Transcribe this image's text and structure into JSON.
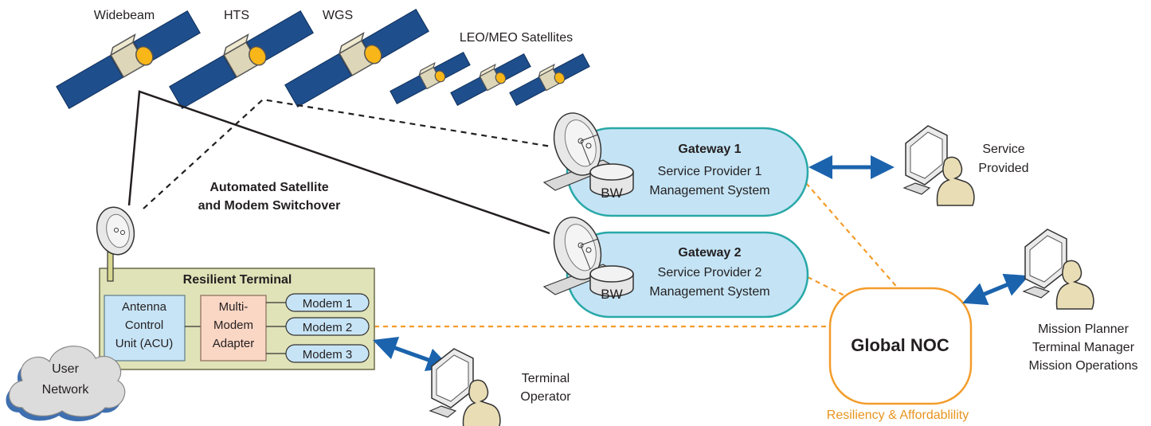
{
  "satellites": {
    "widebeam": "Widebeam",
    "hts": "HTS",
    "wgs": "WGS",
    "leo_meo": "LEO/MEO Satellites"
  },
  "switchover": {
    "line1": "Automated Satellite",
    "line2": "and Modem Switchover"
  },
  "gateway1": {
    "title": "Gateway 1",
    "line1": "Service Provider 1",
    "line2": "Management System",
    "bw": "BW"
  },
  "gateway2": {
    "title": "Gateway 2",
    "line1": "Service Provider 2",
    "line2": "Management System",
    "bw": "BW"
  },
  "service": {
    "line1": "Service",
    "line2": "Provided"
  },
  "terminal": {
    "title": "Resilient Terminal",
    "acu": [
      "Antenna",
      "Control",
      "Unit (ACU)"
    ],
    "adapter": [
      "Multi-",
      "Modem",
      "Adapter"
    ],
    "modems": [
      "Modem 1",
      "Modem 2",
      "Modem 3"
    ]
  },
  "user_network": {
    "line1": "User",
    "line2": "Network"
  },
  "terminal_operator": {
    "line1": "Terminal",
    "line2": "Operator"
  },
  "noc": {
    "title": "Global NOC",
    "caption": "Resiliency & Affordablility"
  },
  "mission": {
    "line1": "Mission Planner",
    "line2": "Terminal Manager",
    "line3": "Mission Operations"
  },
  "colors": {
    "gateway_fill": "#c4e4f5",
    "gateway_stroke": "#2aa8a8",
    "terminal_fill": "#e0e3b8",
    "acu_fill": "#c7e4f6",
    "adapter_fill": "#fad6c4",
    "noc_stroke": "#f39c2a",
    "arrow": "#1b63ad",
    "panel": "#1e4e8c",
    "dish_yellow": "#f9b618"
  }
}
